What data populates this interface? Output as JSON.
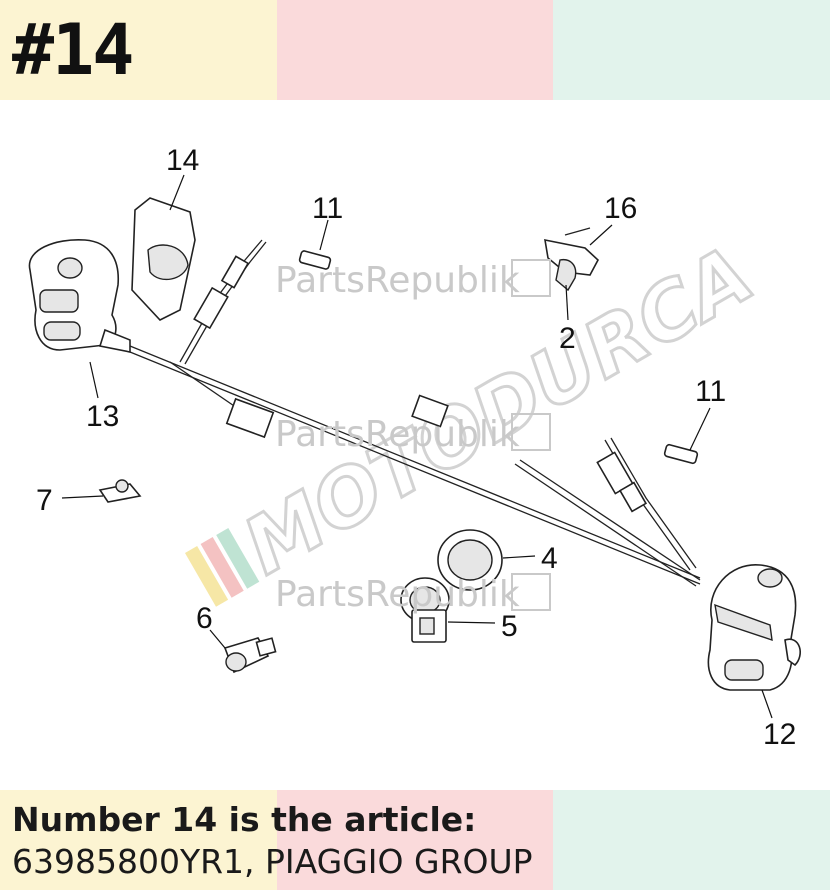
{
  "header": {
    "number": "#14"
  },
  "footer": {
    "line1": "Number 14 is the article:",
    "line2": "63985800YR1, PIAGGIO GROUP"
  },
  "diagram": {
    "callouts": [
      "14",
      "11",
      "16",
      "2",
      "13",
      "11",
      "7",
      "4",
      "5",
      "6",
      "12"
    ],
    "watermark": {
      "text": "PartsRepublik",
      "logo_text": "MOTODURCA"
    }
  },
  "colors": {
    "band1": "#fcf4d2",
    "band2": "#fadadb",
    "band3": "#e2f3ec",
    "watermark": "#c9c9c9",
    "line_art": "#222222"
  }
}
